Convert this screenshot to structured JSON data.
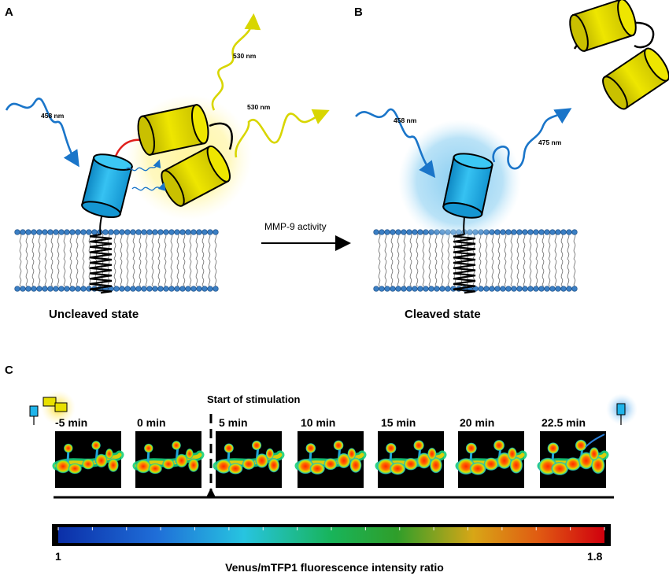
{
  "panels": {
    "a": {
      "letter": "A",
      "excitation_label": "458 nm",
      "emission_label_1": "530 nm",
      "emission_label_2": "530 nm",
      "state_label": "Uncleaved state"
    },
    "b": {
      "letter": "B",
      "excitation_label": "458 nm",
      "emission_label": "475 nm",
      "state_label": "Cleaved state"
    },
    "transition_label": "MMP-9 activity",
    "c": {
      "letter": "C",
      "stimulation_label": "Start of stimulation",
      "time_labels": [
        "-5 min",
        "0 min",
        "5 min",
        "10 min",
        "15 min",
        "20 min",
        "22.5 min"
      ],
      "scale_min": "1",
      "scale_max": "1.8",
      "scale_title": "Venus/mTFP1 fluorescence intensity ratio"
    }
  },
  "colors": {
    "venus_yellow": "#e8e000",
    "mtfp_cyan": "#1fb4ea",
    "excitation_blue": "#1a75c9",
    "emission_yellow": "#d8d600",
    "linker_red": "#e0201c",
    "lipid_head": "#3b7fc4"
  }
}
